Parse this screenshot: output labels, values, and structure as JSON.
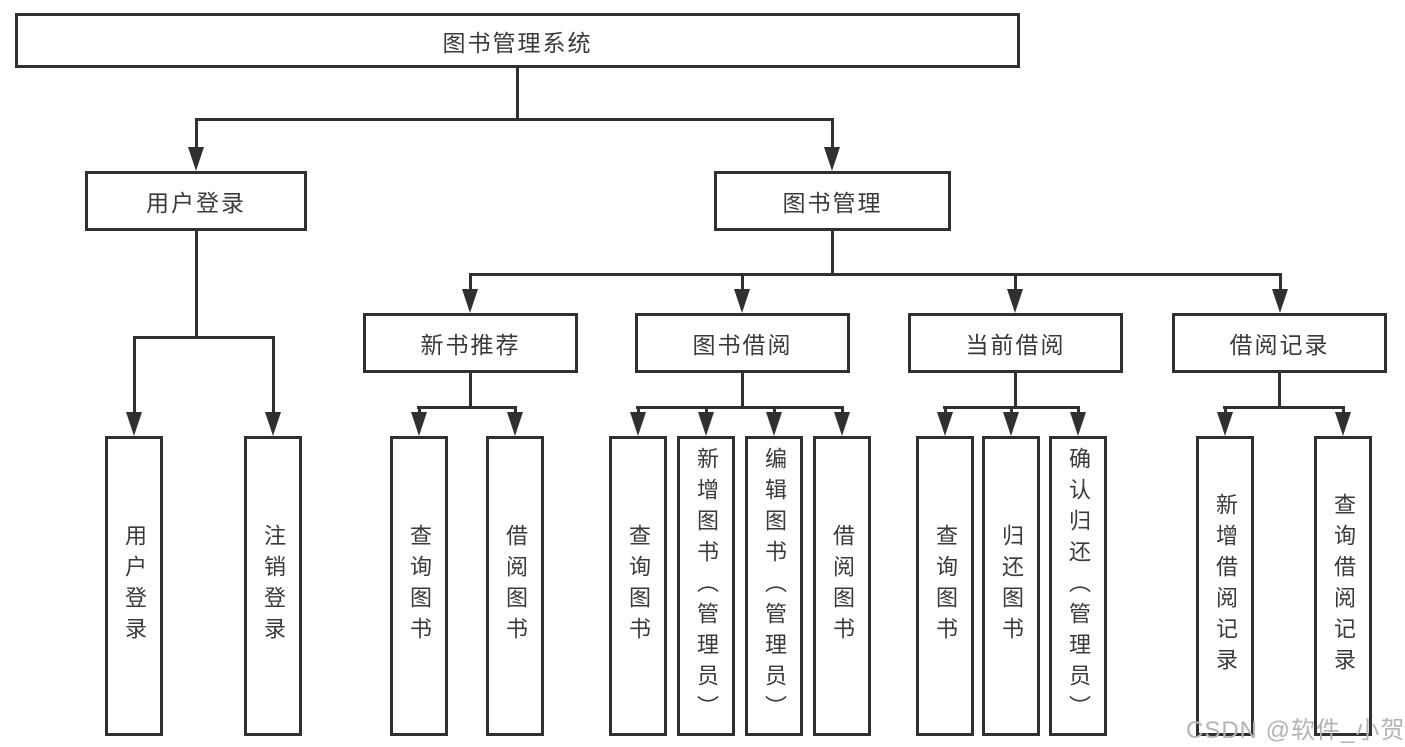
{
  "page": {
    "background": "#ffffff"
  },
  "colors": {
    "line": "#303030",
    "text": "#3a3a3a",
    "watermark_color": "#b4b4b4"
  },
  "diagram": {
    "root": {
      "label": "图书管理系统"
    },
    "level1": [
      {
        "label": "用户登录"
      },
      {
        "label": "图书管理"
      }
    ],
    "level2": [
      {
        "label": "新书推荐"
      },
      {
        "label": "图书借阅"
      },
      {
        "label": "当前借阅"
      },
      {
        "label": "借阅记录"
      }
    ],
    "leaves": {
      "user_login": [
        "用户登录",
        "注销登录"
      ],
      "new_book_recommend": [
        "查询图书",
        "借阅图书"
      ],
      "book_borrow": [
        "查询图书",
        "新增图书（管理员）",
        "编辑图书（管理员）",
        "借阅图书"
      ],
      "current_borrow": [
        "查询图书",
        "归还图书",
        "确认归还（管理员）"
      ],
      "borrow_records": [
        "新增借阅记录",
        "查询借阅记录"
      ]
    }
  },
  "watermark": {
    "text": "CSDN @软件_小贺同学"
  }
}
